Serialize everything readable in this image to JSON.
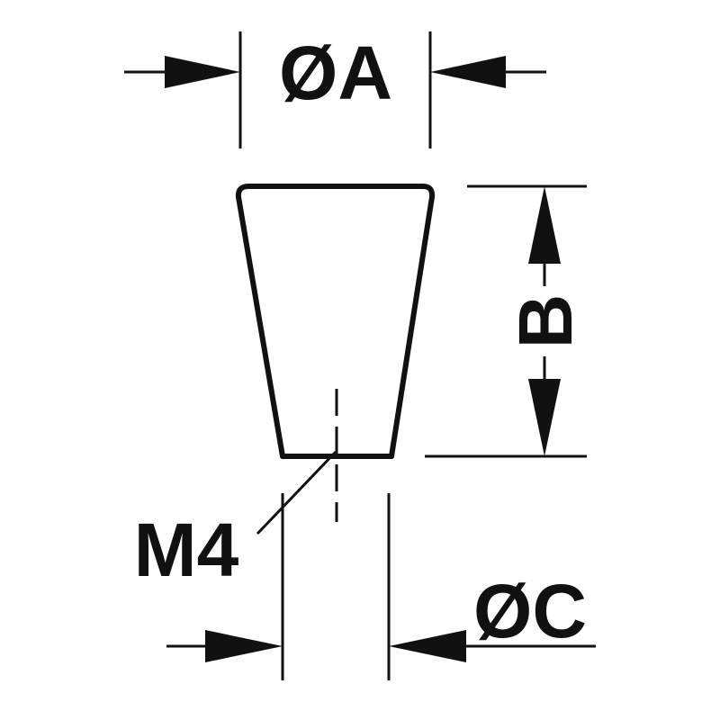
{
  "colors": {
    "line": "#111111",
    "background": "#ffffff"
  },
  "labels": {
    "dim_a": "ØA",
    "dim_b": "B",
    "dim_c": "ØC",
    "thread": "M4"
  }
}
